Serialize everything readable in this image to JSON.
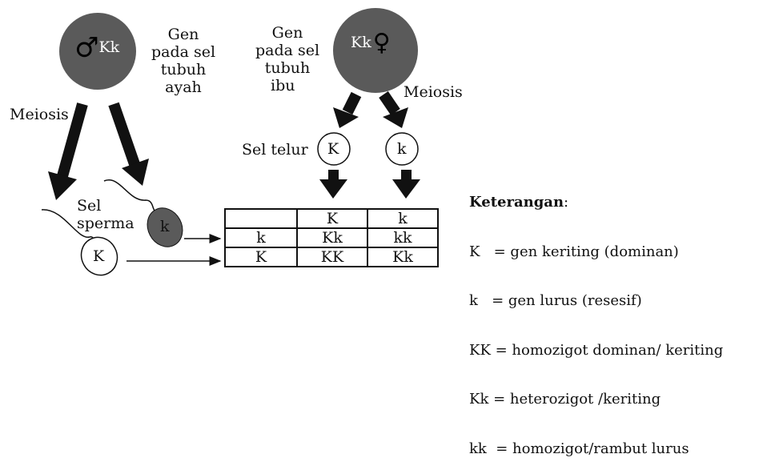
{
  "father": {
    "genotype": "Kk",
    "symbol": "♂",
    "caption": [
      "Gen",
      "pada sel",
      "tubuh",
      "ayah"
    ]
  },
  "mother": {
    "genotype": "Kk",
    "symbol": "♀",
    "caption": [
      "Gen",
      "pada sel",
      "tubuh",
      "ibu"
    ]
  },
  "meiosis_left": "Meiosis",
  "meiosis_right": "Meiosis",
  "sperm": {
    "label": "Sel\nsperma",
    "cells": [
      "k",
      "K"
    ]
  },
  "egg": {
    "label": "Sel telur",
    "cells": [
      "K",
      "k"
    ]
  },
  "punnett": {
    "header": [
      "",
      "K",
      "k"
    ],
    "rows": [
      [
        "k",
        "Kk",
        "kk"
      ],
      [
        "K",
        "KK",
        "Kk"
      ]
    ]
  },
  "legend": {
    "title": "Keterangan",
    "lines": [
      "K   = gen keriting (dominan)",
      "k   = gen lurus (resesif)",
      "KK = homozigot dominan/ keriting",
      "Kk = heterozigot /keriting",
      "kk  = homozigot/rambut lurus"
    ]
  },
  "colors": {
    "cell_fill": "#5a5a5a",
    "arrow": "#111111"
  }
}
